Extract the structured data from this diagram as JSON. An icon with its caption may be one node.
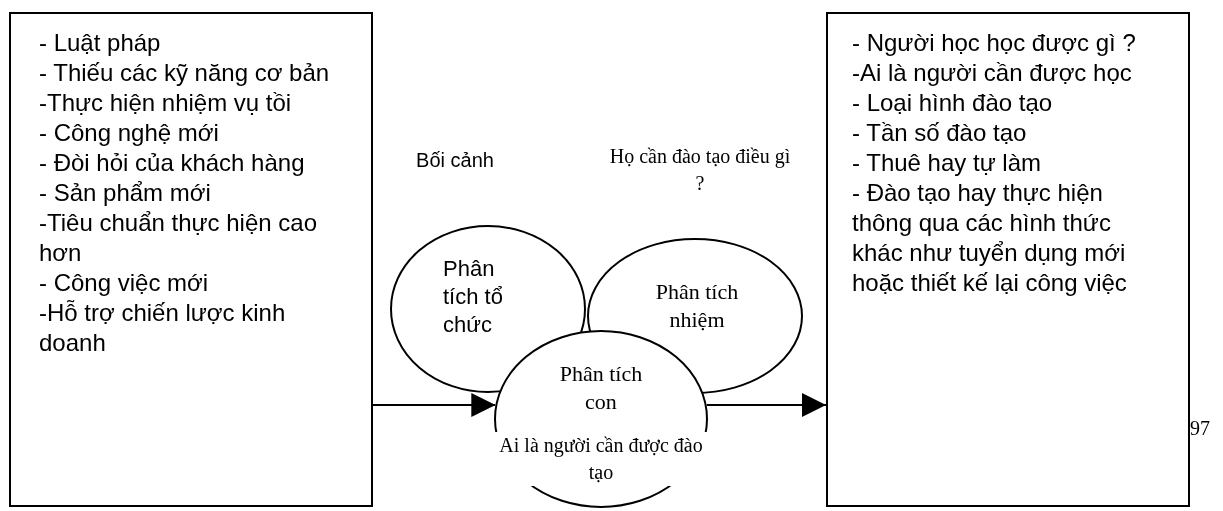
{
  "diagram": {
    "nodes": [
      {
        "text": [
          "- Luật pháp",
          "- Thiếu các kỹ năng cơ bản",
          "-Thực hiện nhiệm vụ tồi",
          "- Công nghệ mới",
          "- Đòi hỏi của khách hàng",
          "- Sản phẩm mới",
          "-Tiêu chuẩn thực hiện cao hơn",
          "- Công việc mới",
          "-Hỗ trợ chiến lược kinh doanh"
        ]
      },
      {
        "text": [
          "- Người học học được gì ?",
          "-Ai là người cần được học",
          "- Loại hình đào tạo",
          "- Tần số đào tạo",
          "- Thuê hay tự làm",
          "- Đào tạo hay thực hiện thông qua các hình thức khác như tuyển dụng mới hoặc thiết kế lại công việc"
        ]
      },
      {
        "text": [
          "Phân tích tổ chức"
        ]
      },
      {
        "text": [
          "Phân tích nhiệm"
        ]
      },
      {
        "text": [
          "Phân tích con"
        ]
      }
    ],
    "edges": [
      {
        "from": 0,
        "to": 4,
        "arrow": "to"
      },
      {
        "from": 4,
        "to": 1,
        "arrow": "to"
      }
    ],
    "labels": [
      "Bối cảnh",
      "Họ cần đào tạo điều gì ?",
      "Ai là người cần được đào tạo",
      "97"
    ]
  }
}
